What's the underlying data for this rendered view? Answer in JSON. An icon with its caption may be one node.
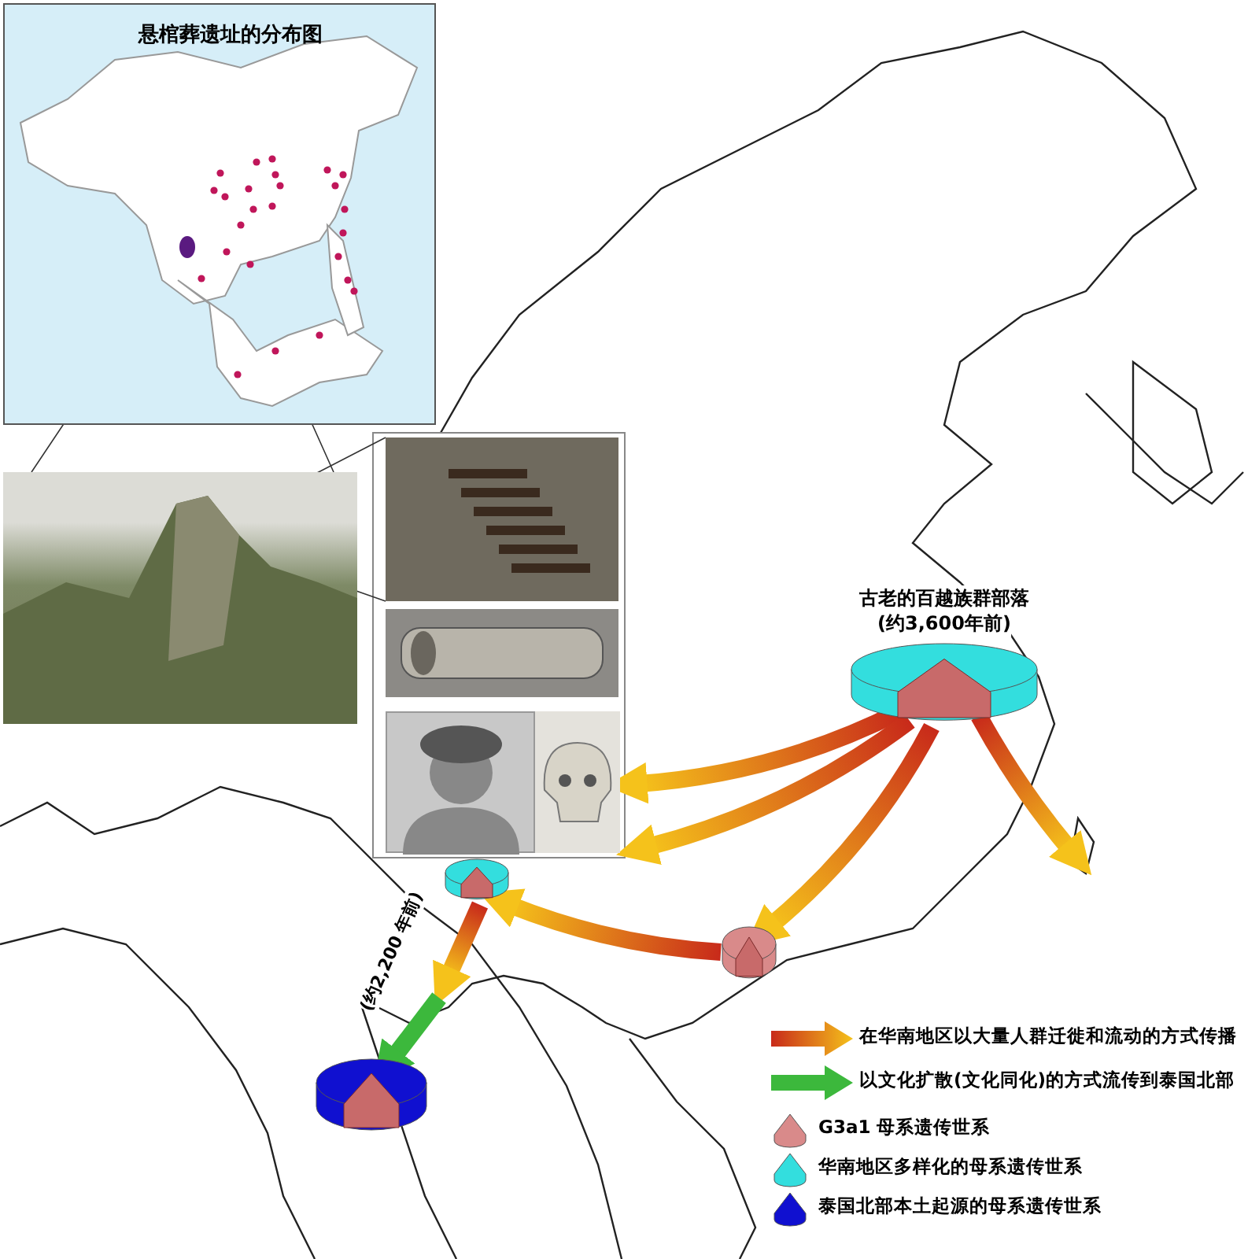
{
  "diagram": {
    "nodes": [
      {
        "text": [
          "古老的百越族群部落",
          "(约3,600年前)"
        ]
      },
      {
        "text": [],
        "shape": "circle"
      },
      {
        "text": [],
        "shape": "circle"
      },
      {
        "text": [],
        "shape": "circle"
      },
      {
        "text": [
          "悬棺葬遗址的分布图"
        ]
      },
      {
        "text": [],
        "shape": "picture"
      },
      {
        "text": [],
        "shape": "picture"
      },
      {
        "text": [],
        "shape": "picture"
      },
      {
        "text": [],
        "shape": "picture"
      },
      {
        "text": [],
        "shape": "picture"
      }
    ],
    "edges": [
      {
        "from": 0,
        "to": 9,
        "arrow": "to"
      },
      {
        "from": 0,
        "to": 9,
        "arrow": "to"
      },
      {
        "from": 0,
        "to": 1,
        "arrow": "to"
      },
      {
        "from": 0,
        "to": null,
        "arrow": "to"
      },
      {
        "from": 1,
        "to": 2,
        "arrow": "to"
      },
      {
        "from": 2,
        "to": null,
        "arrow": "to",
        "label": "(约2,200 年前)"
      },
      {
        "from": null,
        "to": 3,
        "arrow": "to",
        "color": "#3cb83c"
      },
      {
        "from": 4,
        "to": 5,
        "arrow": "none"
      },
      {
        "from": 5,
        "to": 6,
        "arrow": "none"
      }
    ],
    "legend": [
      {
        "text": "在华南地区以大量人群迁徙和流动的方式传播"
      },
      {
        "text": "以文化扩散(文化同化)的方式流传到泰国北部"
      },
      {
        "text": "G3a1 母系遗传世系"
      },
      {
        "text": "华南地区多样化的母系遗传世系"
      },
      {
        "text": "泰国北部本土起源的母系遗传世系"
      }
    ]
  }
}
